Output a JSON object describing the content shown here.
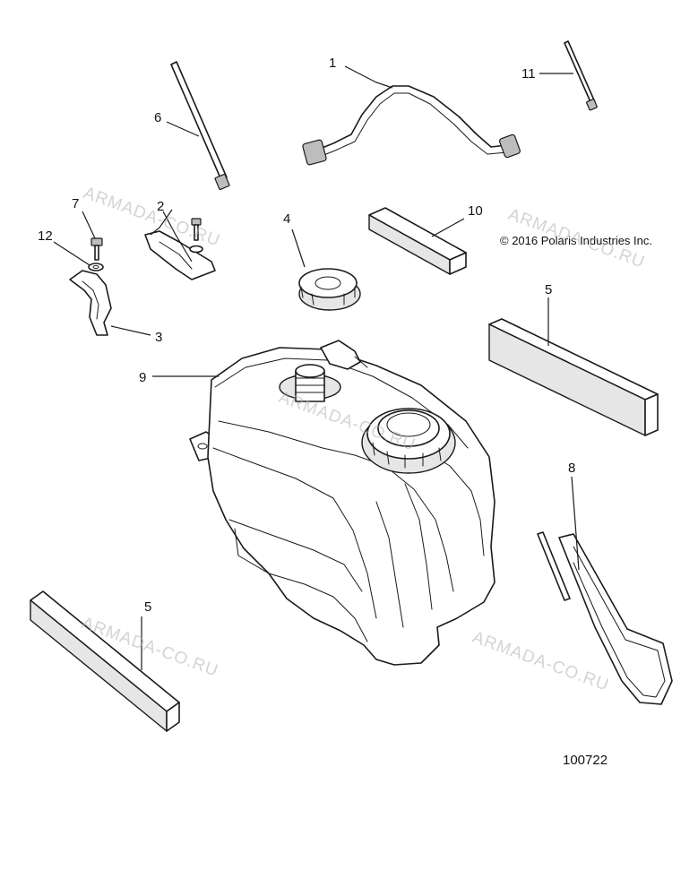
{
  "copyright": "© 2016 Polaris Industries Inc.",
  "diagram_number": "100722",
  "watermark_text": "ARMADA-CO.RU",
  "callouts": {
    "c1": "1",
    "c2": "2",
    "c3": "3",
    "c4": "4",
    "c5a": "5",
    "c5b": "5",
    "c6": "6",
    "c7": "7",
    "c8": "8",
    "c9": "9",
    "c10": "10",
    "c11": "11",
    "c12": "12"
  }
}
